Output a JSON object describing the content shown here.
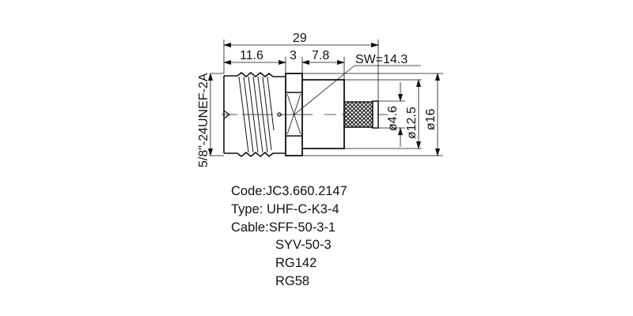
{
  "drawing": {
    "title": "UHF female connector dimension drawing",
    "dimensions": {
      "overall_length": "29",
      "thread_length": "11.6",
      "hex_width": "3",
      "body_length": "7.8",
      "hex_size": "SW=14.3",
      "crimp_diameter": "4.6",
      "body_diameter": "12.5",
      "hex_diameter": "16",
      "thread_spec": "5/8\"-24UNEF-2A",
      "diameter_symbol": "ø"
    },
    "labels": {
      "d46": "ø4.6",
      "d125": "ø12.5",
      "d16": "ø16"
    },
    "colors": {
      "line": "#111111",
      "background": "#ffffff"
    }
  },
  "spec": {
    "code_label": "Code:",
    "code_value": "JC3.660.2147",
    "type_label": "Type: ",
    "type_value": "UHF-C-K3-4",
    "cable_label": "Cable:",
    "cables": [
      "SFF-50-3-1",
      "SYV-50-3",
      "RG142",
      "RG58"
    ]
  }
}
